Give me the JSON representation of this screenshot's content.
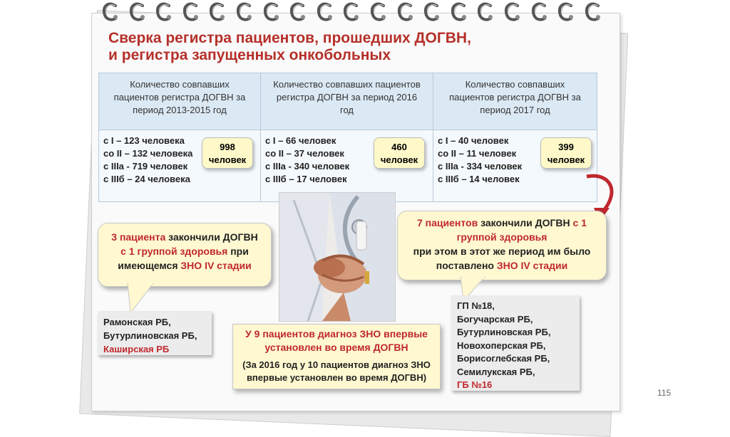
{
  "title": {
    "line1": "Сверка регистра пациентов, прошедших ДОГВН,",
    "line2": "и регистра запущенных онкобольных"
  },
  "columns": [
    {
      "header": [
        "Количество совпавших",
        "пациентов регистра ДОГВН за",
        "период 2013-2015 год"
      ],
      "rows": [
        "с I – 123 человека",
        "со II – 132 человека",
        "с IIIa - 719 человек",
        "с IIIб – 24 человека"
      ],
      "total_value": "998",
      "total_unit": "человек"
    },
    {
      "header": [
        "Количество совпавших пациентов",
        "регистра ДОГВН за период 2016",
        "год"
      ],
      "rows": [
        "с I – 66 человек",
        "со II – 37 человек",
        "с IIIa - 340 человек",
        "с IIIб – 17 человек"
      ],
      "total_value": "460",
      "total_unit": "человек"
    },
    {
      "header": [
        "Количество совпавших",
        "пациентов регистра ДОГВН за",
        "период 2017 год"
      ],
      "rows": [
        "с I – 40 человек",
        "со II – 11 человек",
        "с IIIa - 334 человек",
        "с IIIб – 14 человек"
      ],
      "total_value": "399",
      "total_unit": "человек"
    }
  ],
  "callout_left": {
    "p1_red": "3 пациента",
    "p1_text": " закончили ДОГВН",
    "p2_red": "с 1 группой здоровья",
    "p2_text": " при",
    "p3_text": "имеющемся ",
    "p3_red": "ЗНО IV стадии"
  },
  "callout_right": {
    "p1_red": "7 пациентов",
    "p1_text": " закончили ДОГВН ",
    "p1_red2": "с 1",
    "p2_red": "группой здоровья",
    "p3_text": "при этом в этот же период им было",
    "p4_text": "поставлено ",
    "p4_red": "ЗНО IV  стадии"
  },
  "list_left": [
    "Рамонская РБ,",
    "Бутурлиновская РБ,"
  ],
  "list_left_red": "Каширская РБ",
  "list_right": [
    "ГП №18,",
    "Богучарская РБ,",
    "Бутурлиновская РБ,",
    "Новохоперская РБ,",
    "Борисоглебская РБ,",
    "Семилукская РБ,"
  ],
  "list_right_red": "ГБ №16",
  "middle": {
    "line1": "У 9 пациентов диагноз ЗНО впервые",
    "line2": "установлен  во время ДОГВН",
    "line3": "(За 2016 год у 10 пациентов диагноз ЗНО",
    "line4": "впервые установлен  во время ДОГВН)"
  },
  "page_number": "115",
  "colors": {
    "accent_red": "#c0282d",
    "title_red": "#b5302a",
    "callout_bg": "#fff8d0",
    "header_bg": "#dbe9f4"
  },
  "illustration": "doctor-hands-stethoscope-illustration"
}
